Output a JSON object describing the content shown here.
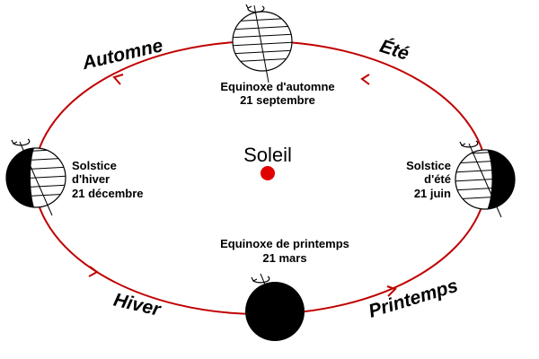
{
  "colors": {
    "orbit": "#c00000",
    "sun": "#e00000",
    "night": "#000000",
    "day": "#ffffff"
  },
  "sun": {
    "label": "Soleil"
  },
  "seasons": {
    "autumn": "Automne",
    "summer": "Été",
    "winter": "Hiver",
    "spring": "Printemps"
  },
  "events": {
    "autumn_equinox": {
      "line1": "Equinoxe d'automne",
      "line2": "21 septembre"
    },
    "winter_solstice": {
      "line1": "Solstice",
      "line2": "d'hiver",
      "line3": "21 décembre"
    },
    "summer_solstice": {
      "line1": "Solstice",
      "line2": "d'été",
      "line3": "21 juin"
    },
    "spring_equinox": {
      "line1": "Equinoxe de printemps",
      "line2": "21 mars"
    }
  }
}
